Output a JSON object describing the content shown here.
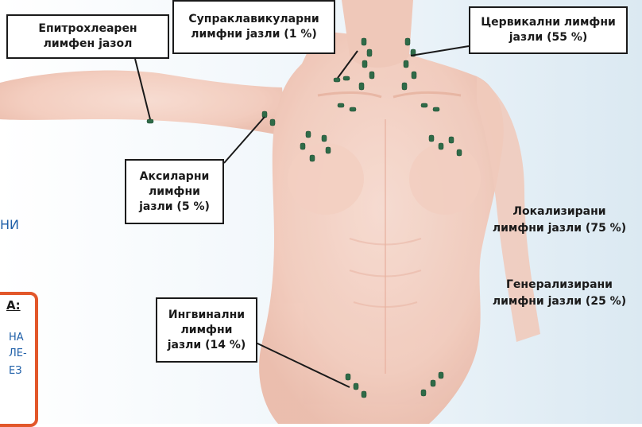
{
  "labels": {
    "epitrochlear": [
      "Епитрохлеарен",
      "лимфен јазол"
    ],
    "supraclavicular": [
      "Супраклавикуларни",
      "лимфни јазли (1 %)"
    ],
    "cervical": [
      "Цервикални лимфни",
      "јазли (55 %)"
    ],
    "axillary": [
      "Аксиларни",
      "лимфни",
      "јазли (5 %)"
    ],
    "localized": [
      "Локализирани",
      "лимфни јазли (75 %)"
    ],
    "generalized": [
      "Генерализирани",
      "лимфни јазли (25 %)"
    ],
    "inguinal": [
      "Ингвинални",
      "лимфни",
      "јазли (14 %)"
    ]
  },
  "left_fragments": {
    "ni": "НИ",
    "a_colon": "А:",
    "na": "НА",
    "le": "ЛЕ-",
    "ez": "ЕЗ"
  },
  "colors": {
    "skin": "#f4cdbf",
    "node": "#2f6b48",
    "accent_orange": "#e2572a",
    "fragment_blue": "#1f5fa8"
  }
}
